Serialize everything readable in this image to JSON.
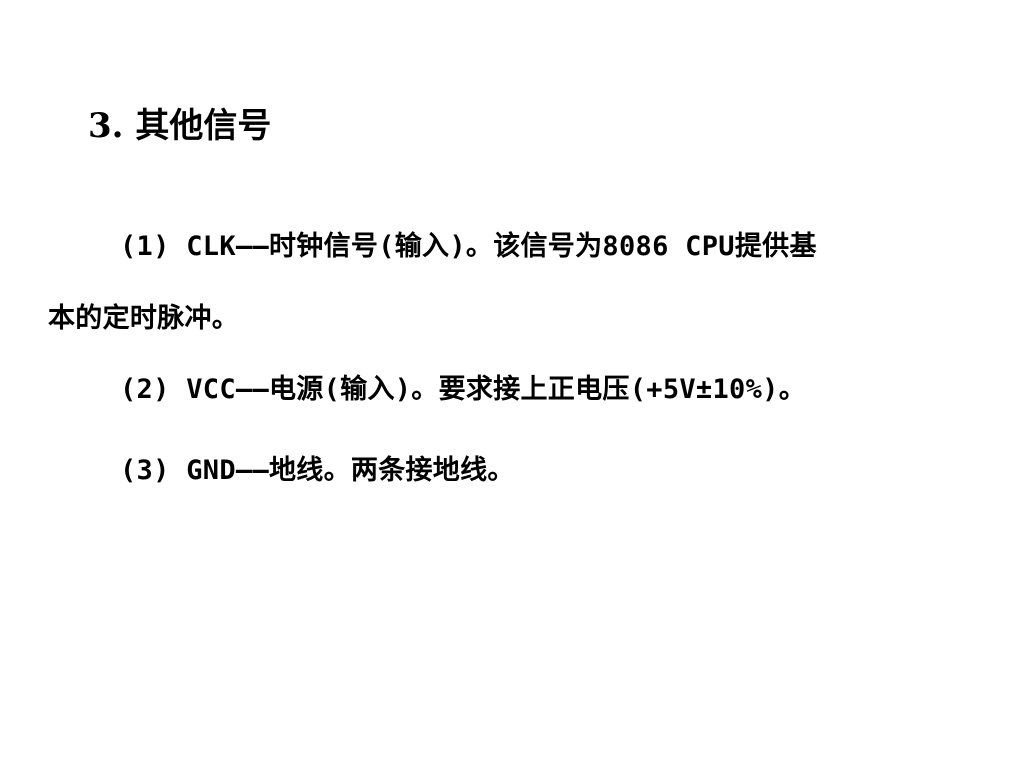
{
  "slide": {
    "heading": "3. 其他信号",
    "items": [
      {
        "line1": "(1)  CLK——时钟信号(输入)。该信号为8086 CPU提供基",
        "line2": "本的定时脉冲。"
      },
      {
        "text": "(2)  VCC——电源(输入)。要求接上正电压(+5V±10%)。"
      },
      {
        "text": "(3)  GND——地线。两条接地线。"
      }
    ]
  }
}
